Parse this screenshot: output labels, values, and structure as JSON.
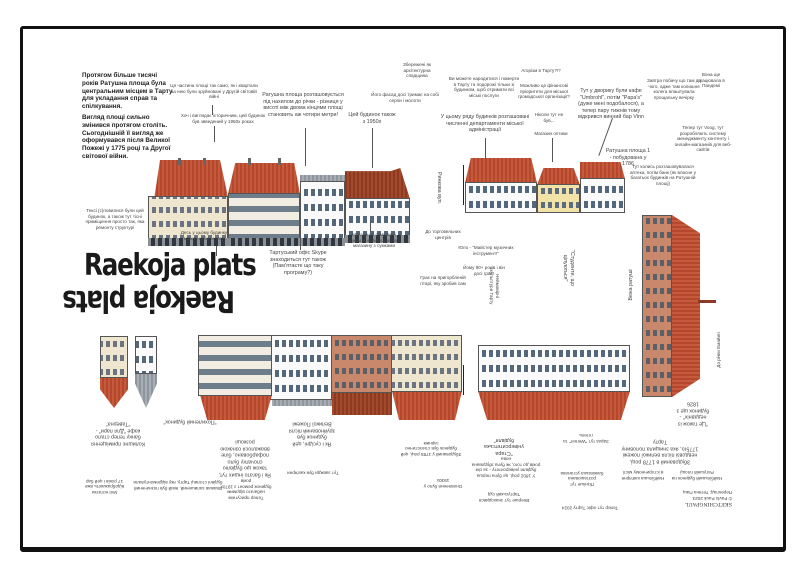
{
  "title": "Raekoja plats",
  "title_mirrored": "Raekoja plats",
  "intro": [
    "Протягом більше тисячі років Ратушна площа була центральним місцем в Тарту для укладання справ та спілкування.",
    "Вигляд площі сильно змінився протягом століть. Сьогоднішній її вигляд же оформувався після Великої Пожежі у 1775 році та Другої світової війни."
  ],
  "top_annotations": [
    "Ця частина площі так само, як і квартали за нею були зруйновані у Другій світовій війні",
    "Хоч і виглядає історичним, цей будинок був звведений у 1950х роках",
    "Ратушна площа розташовується під нахилом до річки - різниця у висоті між двома кінцями площі становить аж чотири метри!",
    "Збережені як архітектурна спадщина",
    "Його фасад досі тримає на собі серпи і молоти",
    "Цей будинок також з 1950х",
    "Ви можете народитися і померти в Тарту та подорожі тільки зі будинком, щоб отримати всі міські послуги",
    "У цьому ряду будинків розташовані численні департаменти міської адміністрації",
    "Агорізм в Тарту?!?",
    "Можливо це фінансові пріоритети для міської громадської організації?",
    "Ніколи тут не був...",
    "Магазин оптики",
    "Тут у дворику були кафе \"Umbrohl\", потім \"Papa's\" (дуже мені подобалося), а тепер пару тижнів тому відкрився винний бар Vinn",
    "Завтра побачу що там до чого, адже там колишня колега влаштувала прощальну вечірку",
    "Вона ще працювала в Пандемі",
    "Ратушна площа 1 - побудована у 1786",
    "Тепер тут Voog, тут розробляють систему менеджменту контенту і онлайн-магазинів для веб-сайтів",
    "Тут колись розташовувалася аптека, потім банк (як власне у багатьох будинків на Ратушній площі)",
    "Тексі (с)повилися були цей будинок, а також тут тісні приміщення просто так, яка ремонту структурі",
    "Десь у цьому будинку можна набити тату",
    "Тартуський офіс Skype знаходиться тут також (Пам'ятаєте що таку програму?)",
    "Магазин із сумками і одним із найкращих його магазину з сумками",
    "До торговельних центрів",
    "Юло - \"Майстер музичних інструмент!\"",
    "Йому 90+ років і він досі грає!",
    "Грає на пригорбленій гітарі, яку зробив сам",
    "Ринкова вул."
  ],
  "right_annotations": [
    "\"Студенти, що цілуються\"",
    "Неймовірні скульптури Тарту",
    "Вежа ратуші",
    "До річки Емайигі"
  ],
  "bottom_annotations": [
    "Мої нотатки відображають вже 17 років і цей бар",
    "Колишнє приміщення банку тепер стало кафе \"Для пари\" - \"Тавернa\"",
    "\"Похилений будинок\"",
    "Вважав залишений, який був позначений будівлі столиці Тарту, яку відремонтували",
    "Як і багато інших тут, також цю будівлю спочатку було пофарбовано, біле вважалося ознакою розкоші",
    "Тепер присутнім набагато відомим будинок ремонт з 1970х років",
    "Як і сусідні, цей будинок був зруйнований після Великої Пожежі",
    "Тут завжди був кав'ярня",
    "Збудований у 1785 році, цей будинок був стилістично гарним",
    "Оновлення було у 1930х",
    "\"Стара університетська будівля\"",
    "У 1802 році, це була перша будівля університету - за сім років до того, як була збудована нова",
    "Вперше тут знаходився Тартуський суд",
    "Пізніше тут розташована банківська установа",
    "Тепер тут офіс Тарту 2024",
    "Зараз тут \"Werner\" та готель",
    "Збудований в 1778 році, невдовзі після великої пожежі 1775го, яка знищила половину Тарту",
    "\"Це також із недавніх\" - будинок ще з 1826",
    "Найбільший будинок на Ратушній площі",
    "Найбільша кав'ярня в історичному місті"
  ],
  "credit": {
    "signature": "SKETCHINGPAUL",
    "line1": "© Pavlo Pauk 2023",
    "line2": "Переклад: Тетяна Пащ"
  },
  "colors": {
    "roof": "#c55a3c",
    "roof_dark": "#8d3a22",
    "facade": "#f2ede2",
    "frame": "#111111"
  }
}
